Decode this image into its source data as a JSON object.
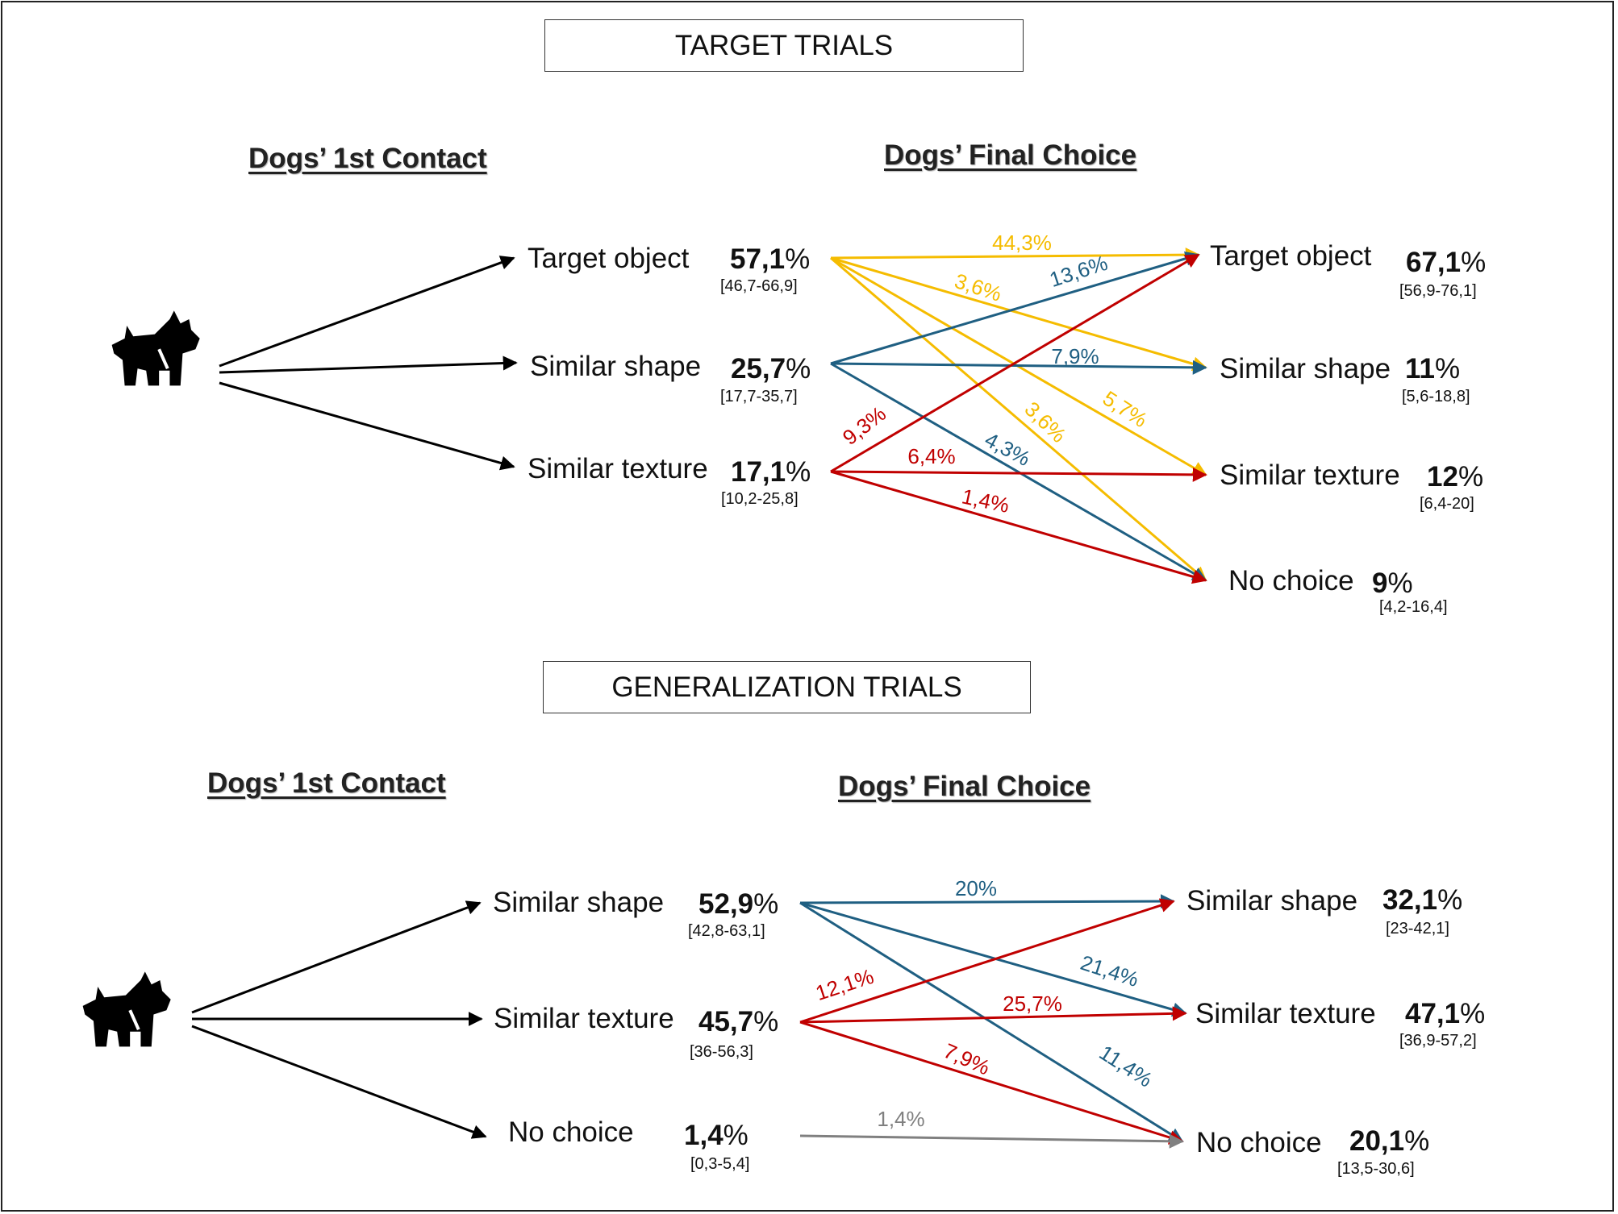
{
  "colors": {
    "target": "#f5bc00",
    "shape": "#1f5f82",
    "texture": "#c00000",
    "none": "#808080",
    "neutral": "#000000"
  },
  "target_trials": {
    "title": "TARGET TRIALS",
    "first_contact_heading": "Dogs’ 1st Contact",
    "final_choice_heading": "Dogs’ Final Choice",
    "dog_icon": "dog-icon",
    "first_contact": [
      {
        "label": "Target object",
        "value": "57,1",
        "unit": "%",
        "ci": "[46,7-66,9]"
      },
      {
        "label": "Similar shape",
        "value": "25,7",
        "unit": "%",
        "ci": "[17,7-35,7]"
      },
      {
        "label": "Similar texture",
        "value": "17,1",
        "unit": "%",
        "ci": "[10,2-25,8]"
      }
    ],
    "final_choice": [
      {
        "label": "Target object",
        "value": "67,1",
        "unit": "%",
        "ci": "[56,9-76,1]"
      },
      {
        "label": "Similar shape",
        "value": "11",
        "unit": "%",
        "ci": "[5,6-18,8]"
      },
      {
        "label": "Similar texture",
        "value": "12",
        "unit": "%",
        "ci": "[6,4-20]"
      },
      {
        "label": "No choice",
        "value": "9",
        "unit": "%",
        "ci": "[4,2-16,4]"
      }
    ],
    "flows": [
      {
        "from": "Target object",
        "to": "Target object",
        "label": "44,3%",
        "color": "target"
      },
      {
        "from": "Target object",
        "to": "Similar shape",
        "label": "3,6%",
        "color": "target"
      },
      {
        "from": "Target object",
        "to": "Similar texture",
        "label": "5,7%",
        "color": "target"
      },
      {
        "from": "Target object",
        "to": "No choice",
        "label": "3,6%",
        "color": "target"
      },
      {
        "from": "Similar shape",
        "to": "Target object",
        "label": "13,6%",
        "color": "shape"
      },
      {
        "from": "Similar shape",
        "to": "Similar shape",
        "label": "7,9%",
        "color": "shape"
      },
      {
        "from": "Similar shape",
        "to": "No choice",
        "label": "4,3%",
        "color": "shape"
      },
      {
        "from": "Similar texture",
        "to": "Target object",
        "label": "9,3%",
        "color": "texture"
      },
      {
        "from": "Similar texture",
        "to": "Similar texture",
        "label": "6,4%",
        "color": "texture"
      },
      {
        "from": "Similar texture",
        "to": "No choice",
        "label": "1,4%",
        "color": "texture"
      }
    ]
  },
  "generalization_trials": {
    "title": "GENERALIZATION TRIALS",
    "first_contact_heading": "Dogs’ 1st Contact",
    "final_choice_heading": "Dogs’ Final Choice",
    "dog_icon": "dog-icon",
    "first_contact": [
      {
        "label": "Similar shape",
        "value": "52,9",
        "unit": "%",
        "ci": "[42,8-63,1]"
      },
      {
        "label": "Similar texture",
        "value": "45,7",
        "unit": "%",
        "ci": "[36-56,3]"
      },
      {
        "label": "No choice",
        "value": "1,4",
        "unit": "%",
        "ci": "[0,3-5,4]"
      }
    ],
    "final_choice": [
      {
        "label": "Similar shape",
        "value": "32,1",
        "unit": "%",
        "ci": "[23-42,1]"
      },
      {
        "label": "Similar texture",
        "value": "47,1",
        "unit": "%",
        "ci": "[36,9-57,2]"
      },
      {
        "label": "No choice",
        "value": "20,1",
        "unit": "%",
        "ci": "[13,5-30,6]"
      }
    ],
    "flows": [
      {
        "from": "Similar shape",
        "to": "Similar shape",
        "label": "20%",
        "color": "shape"
      },
      {
        "from": "Similar shape",
        "to": "Similar texture",
        "label": "21,4%",
        "color": "shape"
      },
      {
        "from": "Similar shape",
        "to": "No choice",
        "label": "11,4%",
        "color": "shape"
      },
      {
        "from": "Similar texture",
        "to": "Similar shape",
        "label": "12,1%",
        "color": "texture"
      },
      {
        "from": "Similar texture",
        "to": "Similar texture",
        "label": "25,7%",
        "color": "texture"
      },
      {
        "from": "Similar texture",
        "to": "No choice",
        "label": "7,9%",
        "color": "texture"
      },
      {
        "from": "No choice",
        "to": "No choice",
        "label": "1,4%",
        "color": "none"
      }
    ]
  }
}
